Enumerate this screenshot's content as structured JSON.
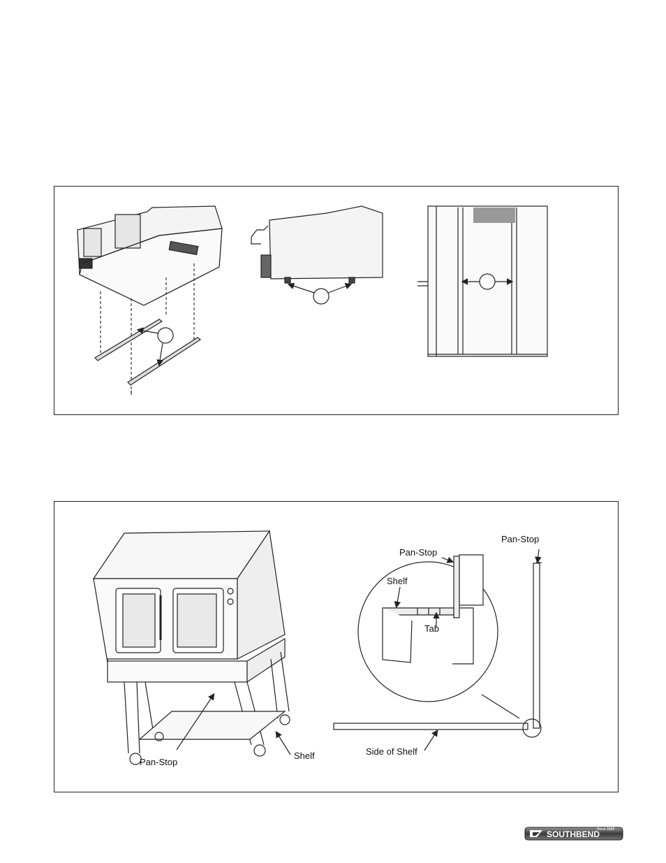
{
  "figure1": {
    "views": [
      "bottom-view-with-rails",
      "side-view-with-feet",
      "top-view-inside-cavity"
    ]
  },
  "figure2": {
    "labels": {
      "pan_stop_left": "Pan-Stop",
      "shelf_left": "Shelf",
      "pan_stop_circle": "Pan-Stop",
      "shelf_circle": "Shelf",
      "tab": "Tab",
      "pan_stop_right": "Pan-Stop",
      "side_of_shelf": "Side of Shelf"
    }
  },
  "footer": {
    "brand": "SOUTHBEND",
    "since": "Since 1898"
  }
}
